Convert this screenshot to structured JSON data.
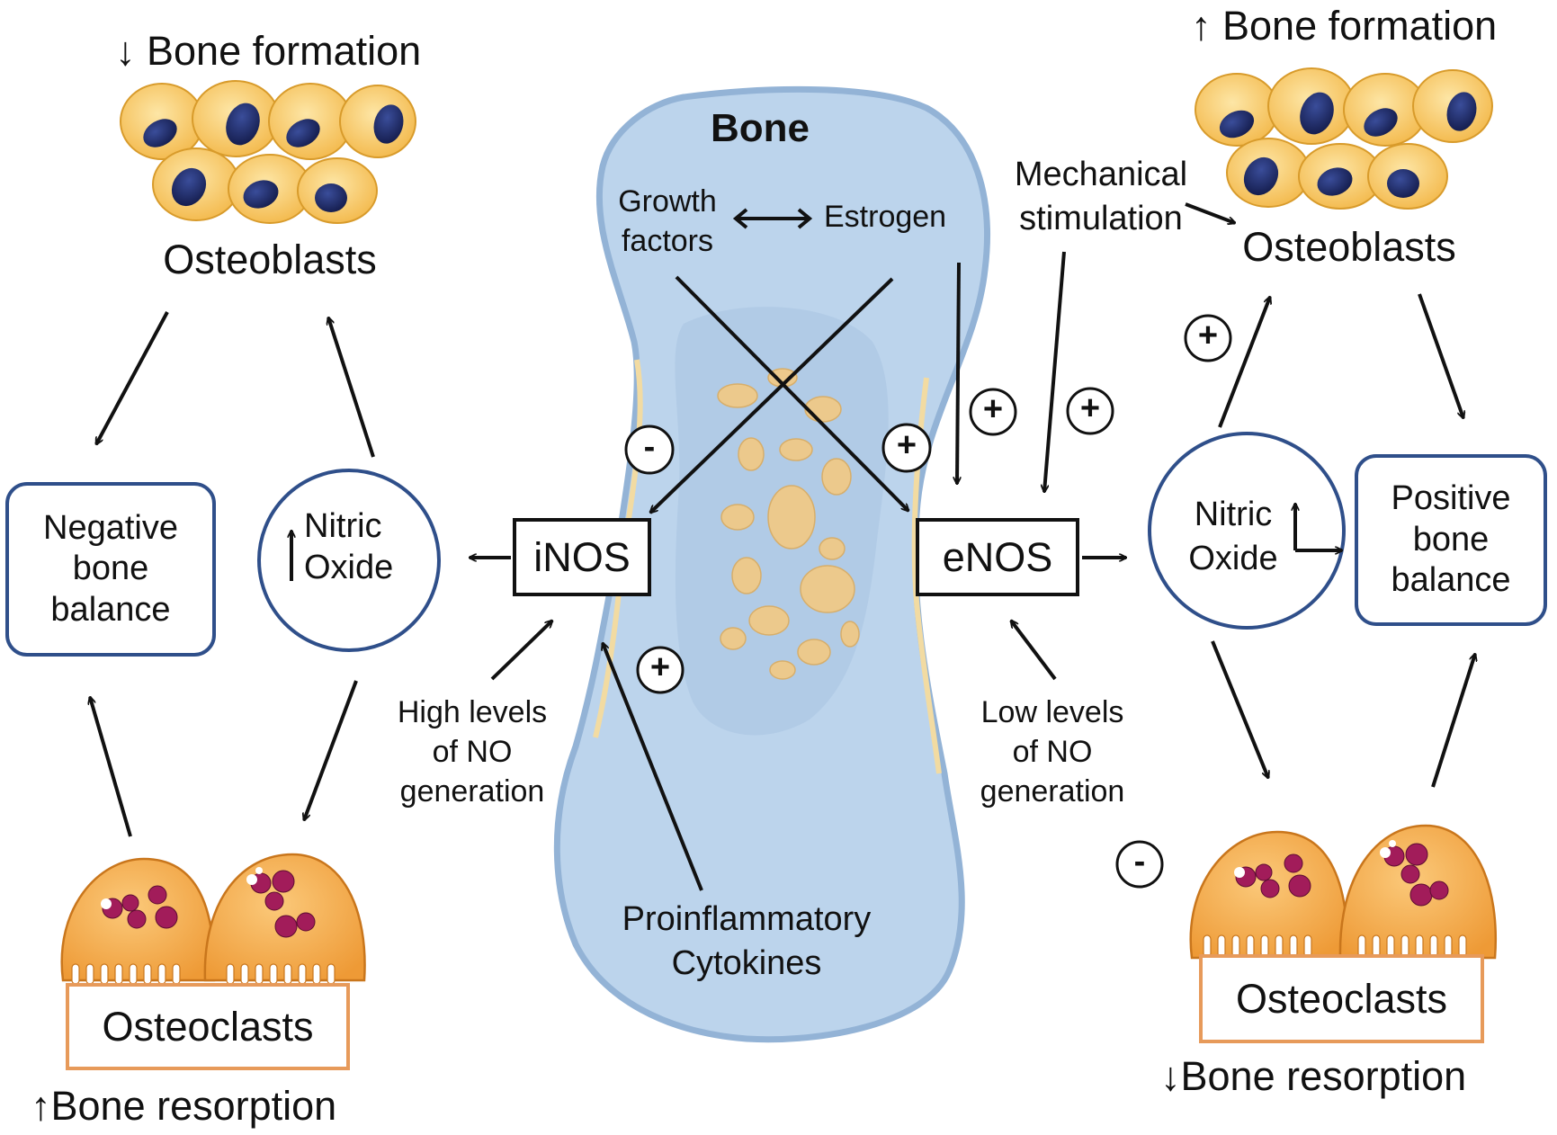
{
  "labels": {
    "left_bone_formation": "↓ Bone formation",
    "left_osteoblasts": "Osteoblasts",
    "negative_balance": "Negative\nbone\nbalance",
    "left_no_arrow": "↑",
    "left_nitric_oxide": "Nitric\nOxide",
    "inos": "iNOS",
    "high_levels": "High levels\nof NO\ngeneration",
    "left_osteoclasts": "Osteoclasts",
    "left_bone_resorption": "↑Bone resorption",
    "bone": "Bone",
    "growth_factors": "Growth\nfactors",
    "estrogen": "Estrogen",
    "proinflammatory": "Proinflammatory\nCytokines",
    "mechanical": "Mechanical\nstimulation",
    "enos": "eNOS",
    "low_levels": "Low levels\nof NO\ngeneration",
    "right_bone_formation": "↑ Bone formation",
    "right_osteoblasts": "Osteoblasts",
    "right_nitric_oxide": "Nitric\nOxide",
    "positive_balance": "Positive\nbone\nbalance",
    "right_osteoclasts": "Osteoclasts",
    "right_bone_resorption": "↓Bone resorption"
  },
  "signs": {
    "minus_inos": "-",
    "plus_enos": "+",
    "plus_estrogen": "+",
    "plus_mechanical": "+",
    "plus_cytokines": "+",
    "plus_osteoblasts_right": "+",
    "minus_osteoclasts_right": "-"
  },
  "colors": {
    "bone_fill": "#bcd4ec",
    "bone_outline": "#93b3d6",
    "bone_marrow": "#ecc98c",
    "cell_fill": "#f8c95f",
    "cell_nucleus": "#1f2c6a",
    "osteoclast_fill": "#f5ac4c",
    "osteoclast_granule": "#a21c5a",
    "circle_stroke": "#2f4f8a",
    "osteoclast_box": "#e79a5a"
  }
}
